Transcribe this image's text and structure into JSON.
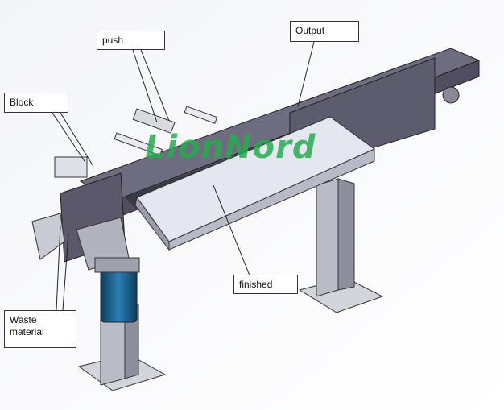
{
  "labels": {
    "push": "push",
    "output": "Output",
    "block": "Block",
    "finished": "finished",
    "waste": "Waste material"
  },
  "watermark": "LionNord",
  "colors": {
    "frame": "#6e6c80",
    "tray": "#e4e6f0",
    "motor": "#1b5e8a",
    "leg": "#c9ccd4"
  }
}
